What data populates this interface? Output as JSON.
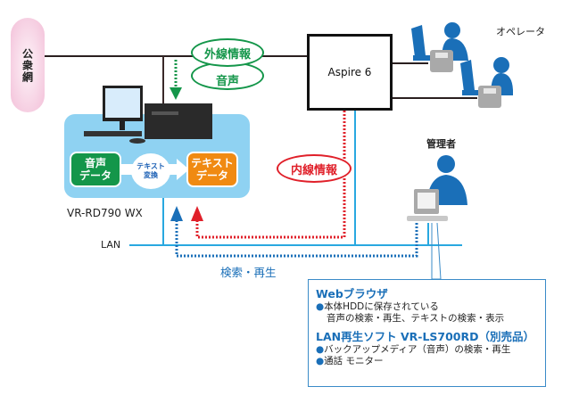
{
  "pstn": {
    "label": "公衆網"
  },
  "pbx": {
    "label": "Aspire 6"
  },
  "external_info": {
    "label": "外線情報",
    "sub_label": "音声"
  },
  "internal_info": {
    "label": "内線情報"
  },
  "operators": {
    "label": "オペレータ",
    "count": 2
  },
  "admin": {
    "label": "管理者"
  },
  "recorder": {
    "model": "VR-RD790 WX",
    "voice_data_line1": "音声",
    "voice_data_line2": "データ",
    "convert_line1": "テキスト",
    "convert_line2": "変換",
    "text_data_line1": "テキスト",
    "text_data_line2": "データ"
  },
  "network": {
    "lan_label": "LAN",
    "search_playback_label": "検索・再生"
  },
  "info_box": {
    "web_title": "Webブラウザ",
    "web_item1_line1": "本体HDDに保存されている",
    "web_item1_line2": "音声の検索・再生、テキストの検索・表示",
    "lan_title": "LAN再生ソフト VR-LS700RD（別売品）",
    "lan_item1": "バックアップメディア（音声）の検索・再生",
    "lan_item2": "通話 モニター",
    "bullet": "●"
  },
  "colors": {
    "green": "#14964a",
    "red": "#e0202a",
    "blue": "#1a6fb8",
    "lan": "#29a8e0",
    "orange": "#f08a12",
    "panel": "#8fd2f2"
  }
}
